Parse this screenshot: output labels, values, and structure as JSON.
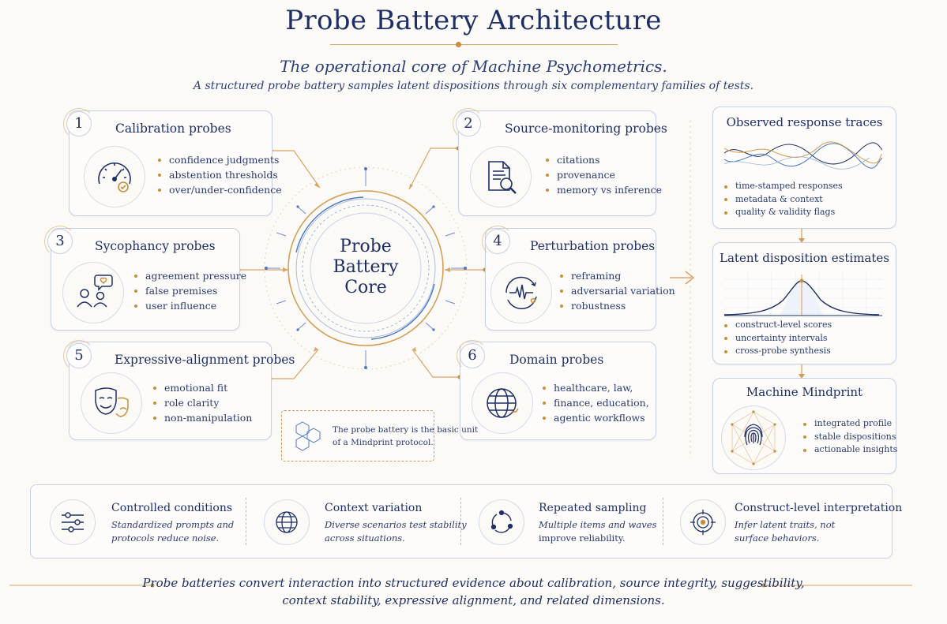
{
  "header": {
    "title": "Probe Battery Architecture",
    "subtitle": "The operational core of Machine Psychometrics.",
    "description": "A structured probe battery samples latent dispositions through six complementary families of tests."
  },
  "core": {
    "line1": "Probe",
    "line2": "Battery",
    "line3": "Core"
  },
  "probes": [
    {
      "number": "1",
      "title": "Calibration probes",
      "icon": "gauge-icon",
      "bullets": [
        "confidence judgments",
        "abstention thresholds",
        "over/under-confidence"
      ]
    },
    {
      "number": "2",
      "title": "Source-monitoring probes",
      "icon": "document-search-icon",
      "bullets": [
        "citations",
        "provenance",
        "memory vs inference"
      ]
    },
    {
      "number": "3",
      "title": "Sycophancy probes",
      "icon": "people-heart-icon",
      "bullets": [
        "agreement pressure",
        "false premises",
        "user influence"
      ]
    },
    {
      "number": "4",
      "title": "Perturbation probes",
      "icon": "waveform-icon",
      "bullets": [
        "reframing",
        "adversarial variation",
        "robustness"
      ]
    },
    {
      "number": "5",
      "title": "Expressive-alignment probes",
      "icon": "theater-masks-icon",
      "bullets": [
        "emotional fit",
        "role clarity",
        "non-manipulation"
      ]
    },
    {
      "number": "6",
      "title": "Domain probes",
      "icon": "globe-icon",
      "bullets": [
        "healthcare, law,",
        "finance, education,",
        "agentic workflows"
      ]
    }
  ],
  "note": {
    "line1": "The probe battery is the basic unit",
    "line2": "of a Mindprint protocol."
  },
  "pipeline": [
    {
      "title": "Observed response traces",
      "bullets": [
        "time-stamped responses",
        "metadata & context",
        "quality & validity flags"
      ]
    },
    {
      "title": "Latent disposition estimates",
      "bullets": [
        "construct-level scores",
        "uncertainty intervals",
        "cross-probe synthesis"
      ]
    },
    {
      "title": "Machine Mindprint",
      "bullets": [
        "integrated profile",
        "stable dispositions",
        "actionable insights"
      ]
    }
  ],
  "features": [
    {
      "title": "Controlled conditions",
      "line1": "Standardized prompts and",
      "line2": "protocols reduce noise.",
      "icon": "sliders-icon"
    },
    {
      "title": "Context variation",
      "line1": "Diverse scenarios test stability",
      "line2": "across situations.",
      "icon": "globe-icon"
    },
    {
      "title": "Repeated sampling",
      "line1": "Multiple items and waves",
      "line2": "improve reliability.",
      "icon": "cycle-icon"
    },
    {
      "title": "Construct-level interpretation",
      "line1": "Infer latent traits, not",
      "line2": "surface behaviors.",
      "icon": "target-icon"
    }
  ],
  "footer": {
    "line1": "Probe batteries convert interaction into structured evidence about calibration, source integrity, suggestibility,",
    "line2": "context stability, expressive alignment, and related dimensions."
  },
  "colors": {
    "navy": "#1e2f66",
    "gold": "#c98d3c",
    "border": "#c9d0e2",
    "blue": "#4a78c2"
  }
}
